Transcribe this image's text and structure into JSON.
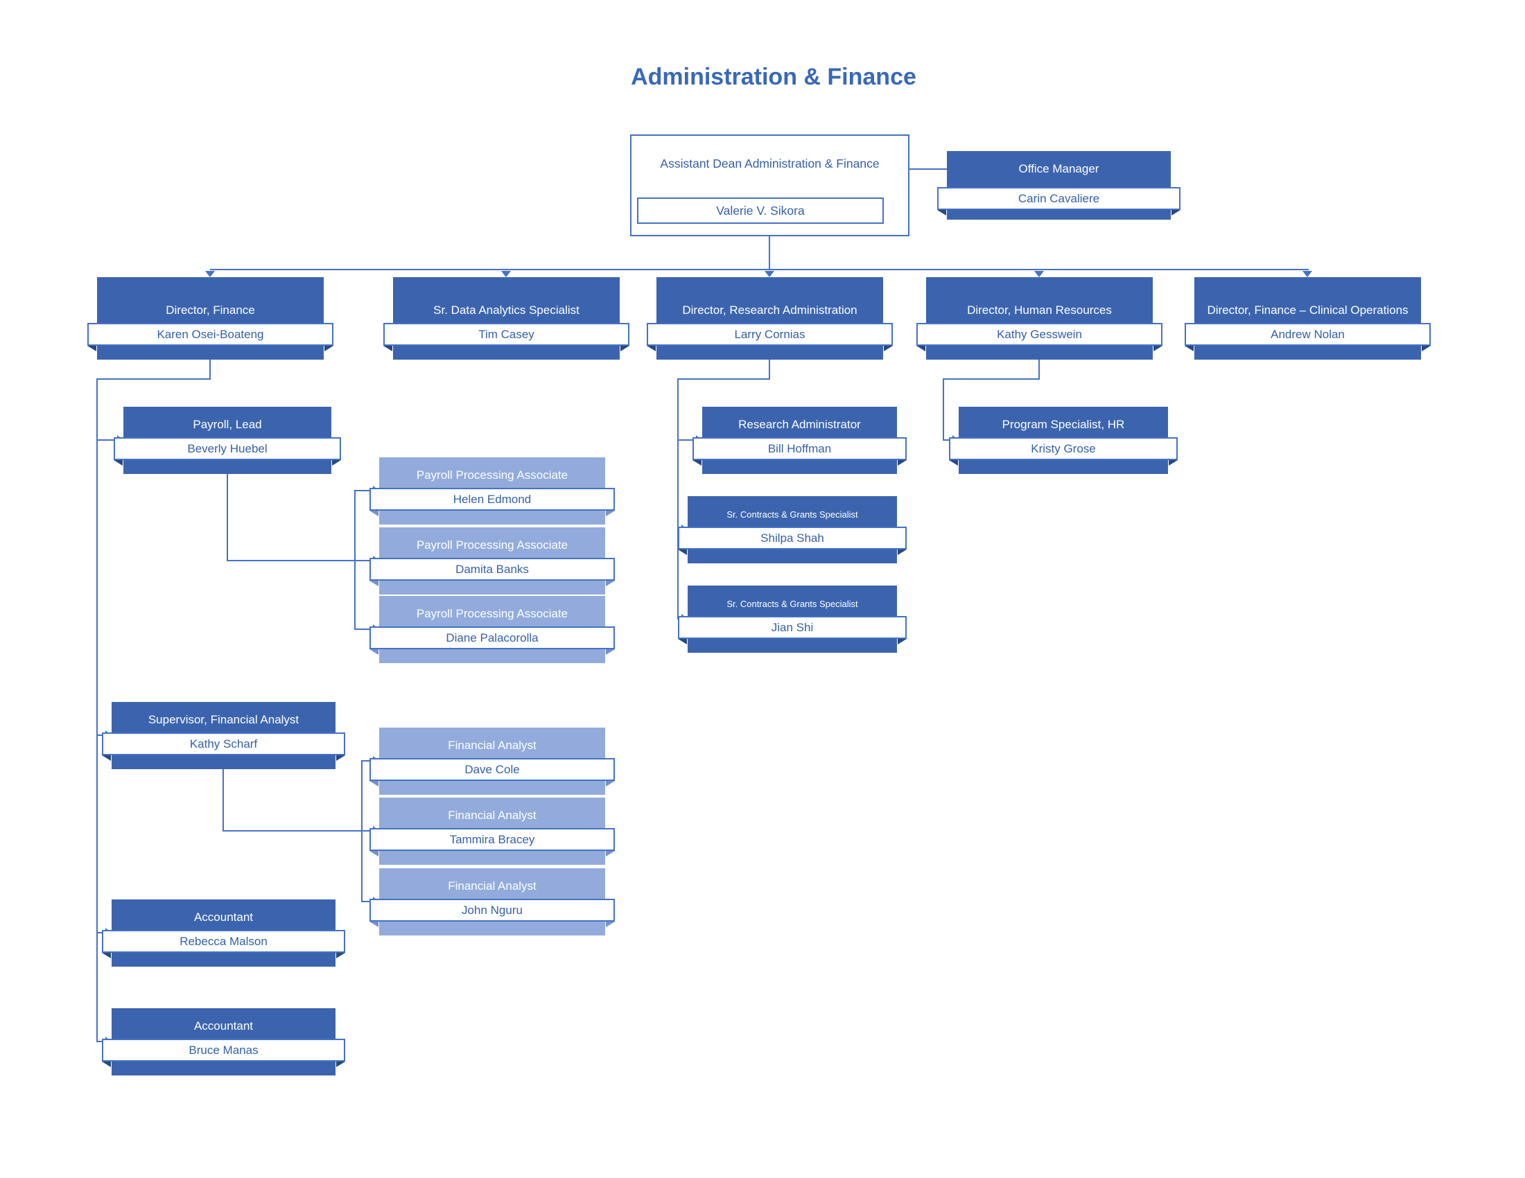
{
  "page_title": "Administration & Finance",
  "colors": {
    "box_dark": "#3C64AE",
    "box_light": "#92ABDC",
    "line": "#4472C4",
    "name_text": "#3560A8",
    "title_text": "#3968B8",
    "fold_dark": "#28497F",
    "fold_light": "#7691CB"
  },
  "root": {
    "title": "Assistant Dean Administration & Finance",
    "name": "Valerie V. Sikora"
  },
  "office_manager": {
    "title": "Office Manager",
    "name": "Carin Cavaliere"
  },
  "level2": [
    {
      "title": "Director, Finance",
      "name": "Karen Osei-Boateng"
    },
    {
      "title": "Sr. Data Analytics Specialist",
      "name": "Tim Casey"
    },
    {
      "title": "Director, Research Administration",
      "name": "Larry Cornias"
    },
    {
      "title": "Director, Human Resources",
      "name": "Kathy Gesswein"
    },
    {
      "title": "Director, Finance – Clinical Operations",
      "name": "Andrew Nolan"
    }
  ],
  "finance_team": [
    {
      "title": "Payroll, Lead",
      "name": "Beverly Huebel"
    },
    {
      "title": "Supervisor, Financial Analyst",
      "name": "Kathy Scharf"
    },
    {
      "title": "Accountant",
      "name": "Rebecca Malson"
    },
    {
      "title": "Accountant",
      "name": "Bruce Manas"
    }
  ],
  "payroll_team": [
    {
      "title": "Payroll Processing Associate",
      "name": "Helen Edmond"
    },
    {
      "title": "Payroll Processing Associate",
      "name": "Damita Banks"
    },
    {
      "title": "Payroll Processing Associate",
      "name": "Diane Palacorolla"
    }
  ],
  "analyst_team": [
    {
      "title": "Financial Analyst",
      "name": "Dave Cole"
    },
    {
      "title": "Financial Analyst",
      "name": "Tammira Bracey"
    },
    {
      "title": "Financial Analyst",
      "name": "John Nguru"
    }
  ],
  "research_team": [
    {
      "title": "Research Administrator",
      "name": "Bill Hoffman"
    },
    {
      "title": "Sr. Contracts & Grants Specialist",
      "name": "Shilpa Shah"
    },
    {
      "title": "Sr. Contracts & Grants Specialist",
      "name": "Jian Shi"
    }
  ],
  "hr_team": [
    {
      "title": "Program Specialist, HR",
      "name": "Kristy Grose"
    }
  ]
}
